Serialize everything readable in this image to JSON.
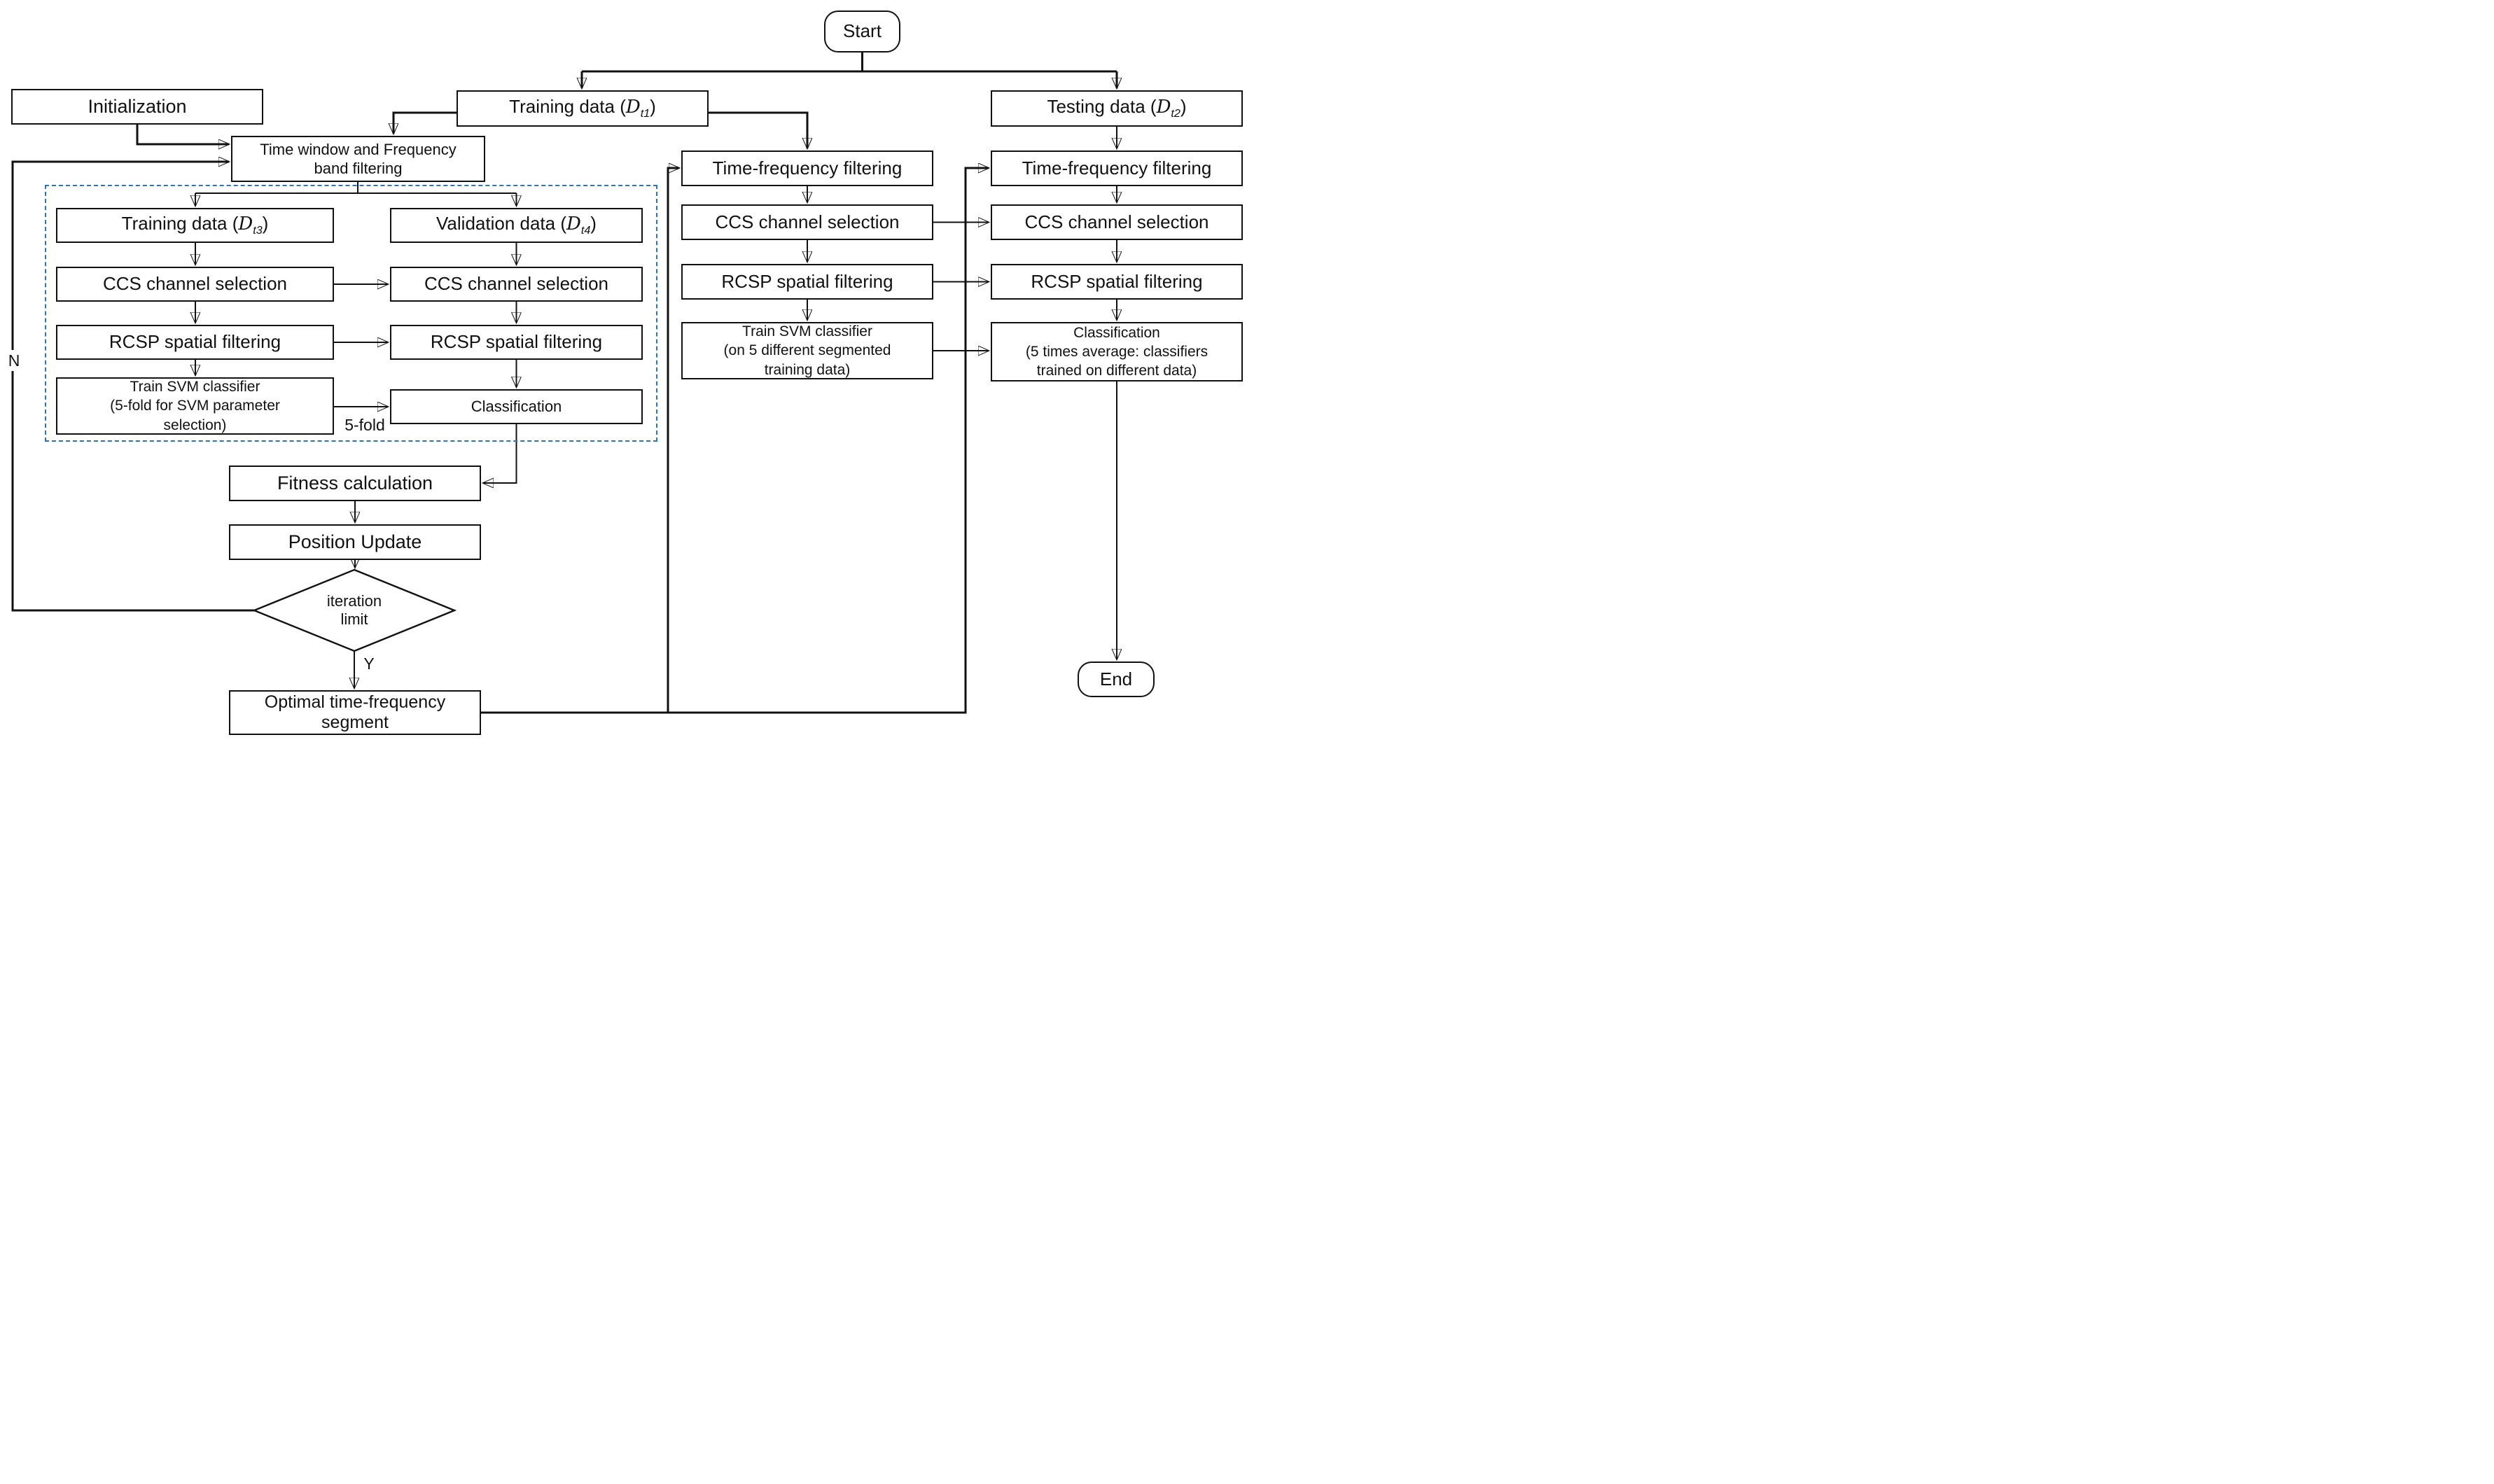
{
  "colors": {
    "background": "#ffffff",
    "line": "#111111",
    "box_border": "#111111",
    "dashed_group_border": "#2e74b8",
    "text": "#111111"
  },
  "terminals": {
    "start": "Start",
    "end": "End"
  },
  "shared": {
    "ccs": "CCS channel selection",
    "rcsp": "RCSP spatial filtering",
    "tff": "Time-frequency filtering"
  },
  "nodes": {
    "initialization": "Initialization",
    "training_data_t1": {
      "prefix": "Training data (",
      "variable": "D",
      "subscript": "t1",
      "suffix": ")"
    },
    "testing_data_t2": {
      "prefix": "Testing data (",
      "variable": "D",
      "subscript": "t2",
      "suffix": ")"
    },
    "time_window": {
      "lines": [
        "Time window and Frequency",
        "band filtering"
      ]
    },
    "training_data_t3": {
      "prefix": "Training data (",
      "variable": "D",
      "subscript": "t3",
      "suffix": ")"
    },
    "validation_data_t4": {
      "prefix": "Validation data (",
      "variable": "D",
      "subscript": "t4",
      "suffix": ")"
    },
    "train_svm_cv": {
      "lines": [
        "Train SVM classifier",
        "(5-fold for SVM parameter",
        "selection)"
      ]
    },
    "classification_validation": "Classification",
    "fitness": "Fitness calculation",
    "position_update": "Position Update",
    "iteration_limit": {
      "lines": [
        "iteration",
        "limit"
      ]
    },
    "optimal_segment": {
      "lines": [
        "Optimal time-frequency",
        "segment"
      ]
    },
    "train_svm_final": {
      "lines": [
        "Train SVM classifier",
        "(on 5 different segmented",
        "training data)"
      ]
    },
    "classification_test": {
      "lines": [
        "Classification",
        "(5 times average: classifiers",
        "trained on different data)"
      ]
    }
  },
  "labels": {
    "five_fold": "5-fold",
    "branch_no": "N",
    "branch_yes": "Y"
  }
}
